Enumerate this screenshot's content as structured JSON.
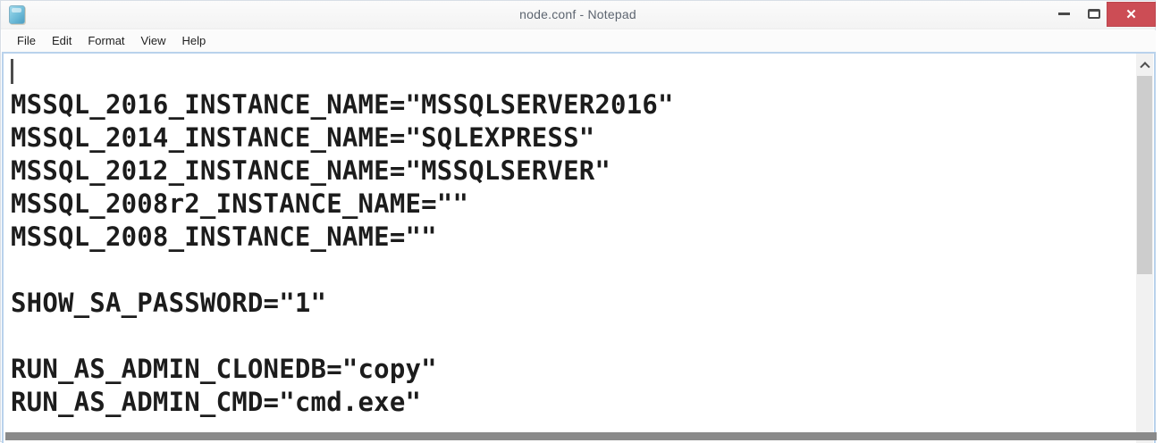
{
  "window": {
    "title": "node.conf - Notepad",
    "controls": {
      "close_glyph": "✕"
    }
  },
  "menu": {
    "items": [
      "File",
      "Edit",
      "Format",
      "View",
      "Help"
    ]
  },
  "editor": {
    "lines": [
      "",
      "MSSQL_2016_INSTANCE_NAME=\"MSSQLSERVER2016\"",
      "MSSQL_2014_INSTANCE_NAME=\"SQLEXPRESS\"",
      "MSSQL_2012_INSTANCE_NAME=\"MSSQLSERVER\"",
      "MSSQL_2008r2_INSTANCE_NAME=\"\"",
      "MSSQL_2008_INSTANCE_NAME=\"\"",
      "",
      "SHOW_SA_PASSWORD=\"1\"",
      "",
      "RUN_AS_ADMIN_CLONEDB=\"copy\"",
      "RUN_AS_ADMIN_CMD=\"cmd.exe\""
    ]
  },
  "colors": {
    "window_border": "#b9d2ec",
    "close_button": "#cc4d55",
    "scrollbar_thumb": "#cdcdcd",
    "scrollbar_track": "#f1f1f1",
    "text": "#1c1c1c"
  }
}
